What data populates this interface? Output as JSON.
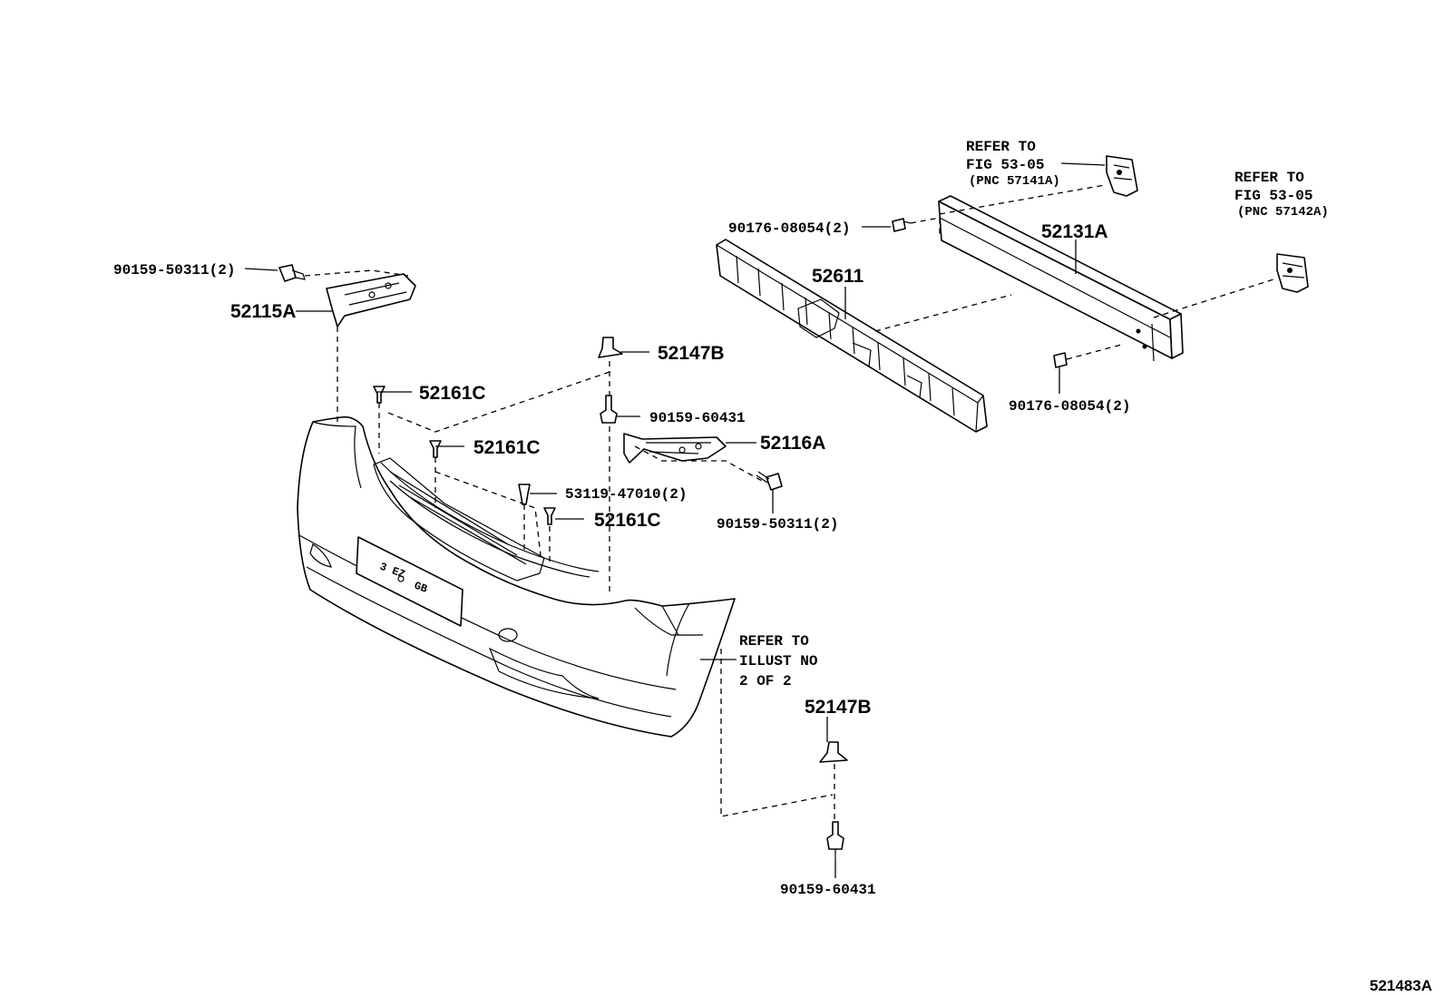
{
  "diagram_id": "521483A",
  "labels": {
    "p52131A": "52131A",
    "p52611": "52611",
    "p52115A": "52115A",
    "p52116A": "52116A",
    "p52147B_top": "52147B",
    "p52147B_bottom": "52147B",
    "p52161C_1": "52161C",
    "p52161C_2": "52161C",
    "p52161C_3": "52161C",
    "p90159_50311_left": "90159-50311(2)",
    "p90159_50311_right": "90159-50311(2)",
    "p90159_60431_top": "90159-60431",
    "p90159_60431_bottom": "90159-60431",
    "p90176_08054_top": "90176-08054(2)",
    "p90176_08054_bottom": "90176-08054(2)",
    "p53119_47010": "53119-47010(2)"
  },
  "references": {
    "ref_left": {
      "line1": "REFER TO",
      "line2": "FIG 53-05",
      "line3": "(PNC 57141A)"
    },
    "ref_right": {
      "line1": "REFER TO",
      "line2": "FIG 53-05",
      "line3": "(PNC 57142A)"
    },
    "ref_illust": {
      "line1": "REFER TO",
      "line2": "ILLUST NO",
      "line3": "2 OF 2"
    }
  }
}
